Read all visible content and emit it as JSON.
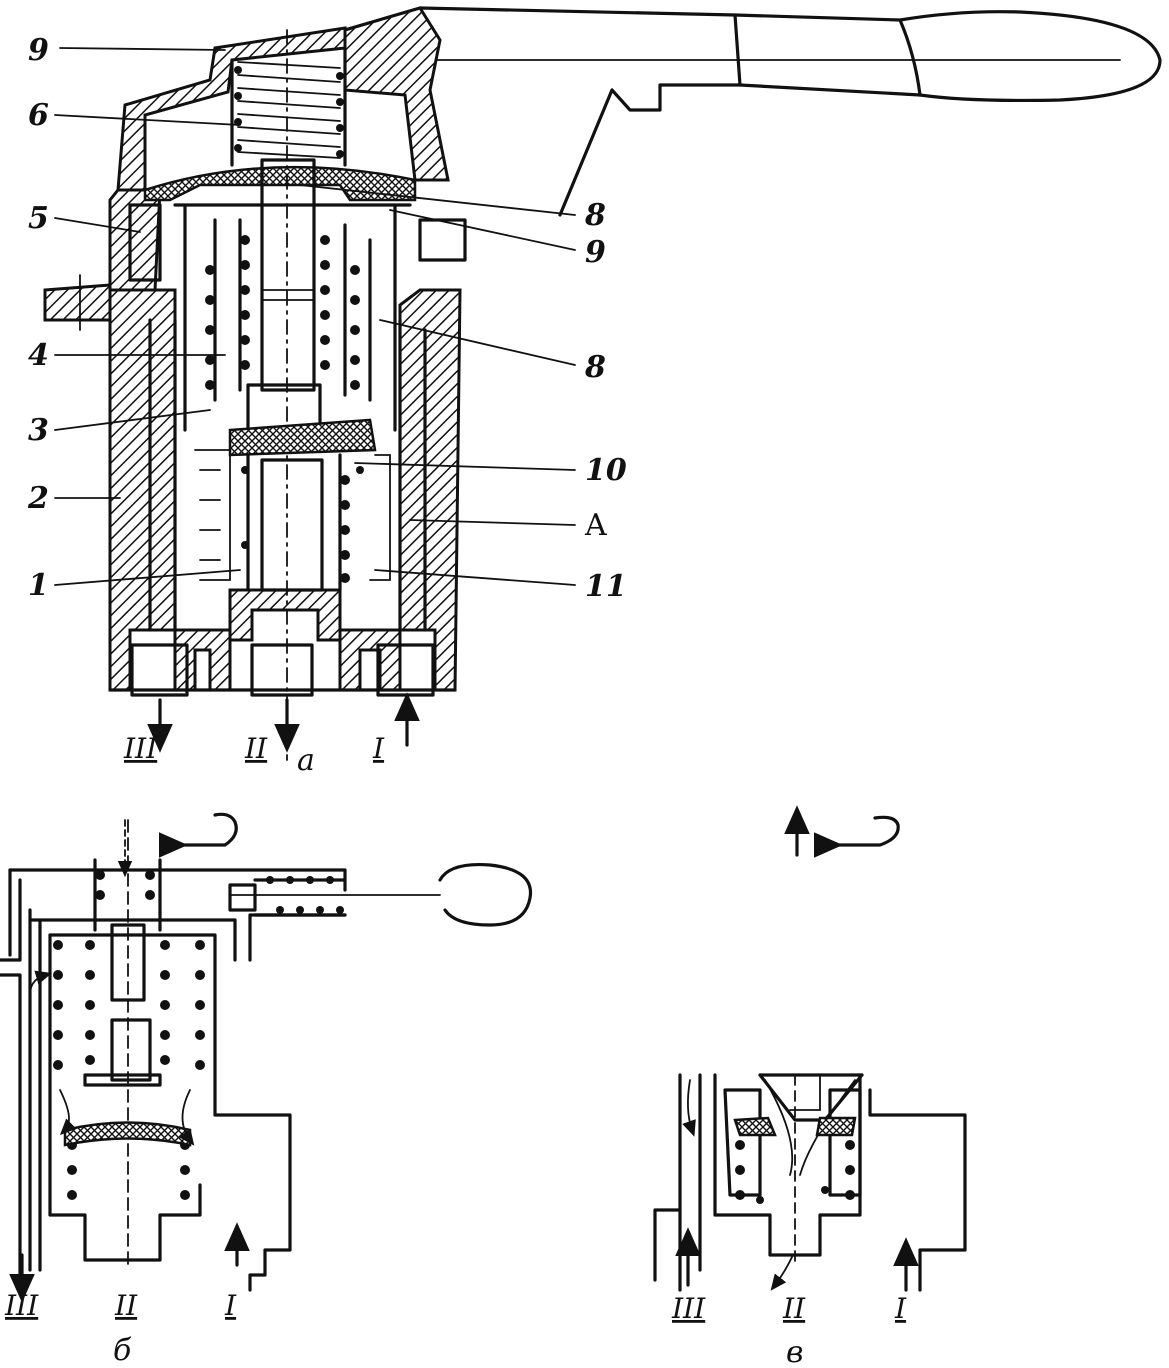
{
  "figure_a": {
    "caption": "a",
    "callouts_left": [
      "9",
      "6",
      "5",
      "4",
      "3",
      "2",
      "1"
    ],
    "callouts_right": [
      "8",
      "9",
      "8",
      "10",
      "A",
      "11"
    ],
    "ports": [
      "III",
      "II",
      "I"
    ]
  },
  "figure_b": {
    "caption": "б",
    "ports": [
      "III",
      "II",
      "I"
    ]
  },
  "figure_c": {
    "caption": "в",
    "ports": [
      "III",
      "II",
      "I"
    ]
  }
}
